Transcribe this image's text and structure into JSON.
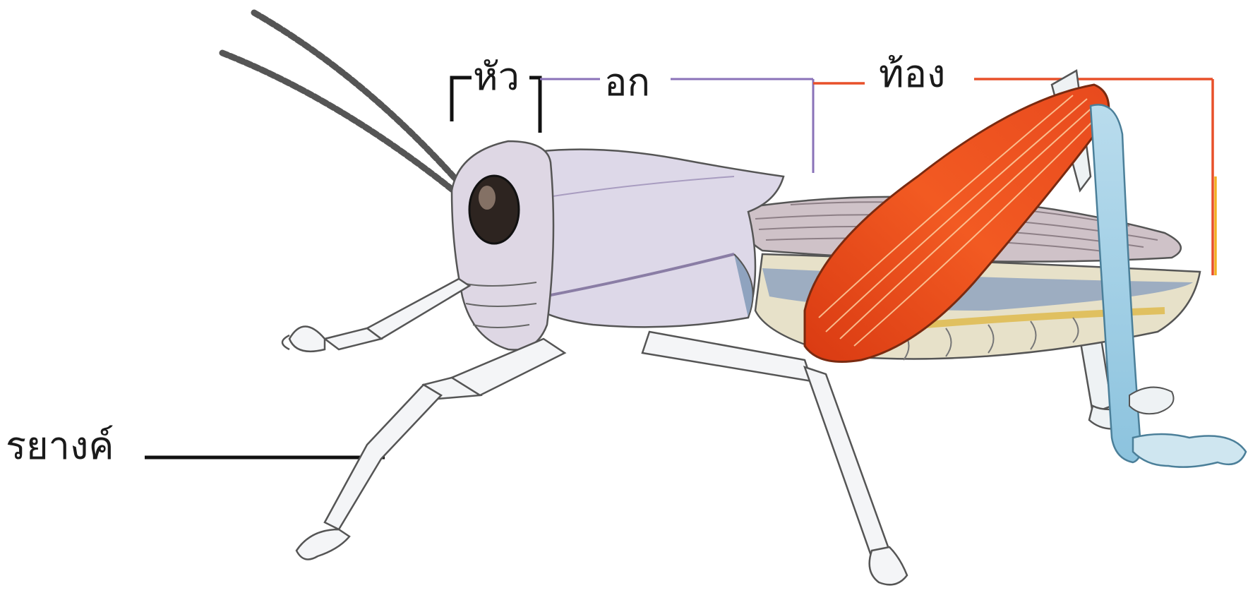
{
  "labels": {
    "head": "หัว",
    "thorax": "อก",
    "abdomen": "ท้อง",
    "appendages": "รยางค์"
  },
  "colors": {
    "head_bracket": "#111111",
    "thorax_bracket": "#8a72b8",
    "abdomen_bracket": "#e8502a",
    "leader_line": "#111111",
    "body": "#ddd8e8",
    "hind_femur": "#e84a1e",
    "hind_tibia": "#9fcde4",
    "wing": "#cfc2c8"
  },
  "subject": "grasshopper"
}
